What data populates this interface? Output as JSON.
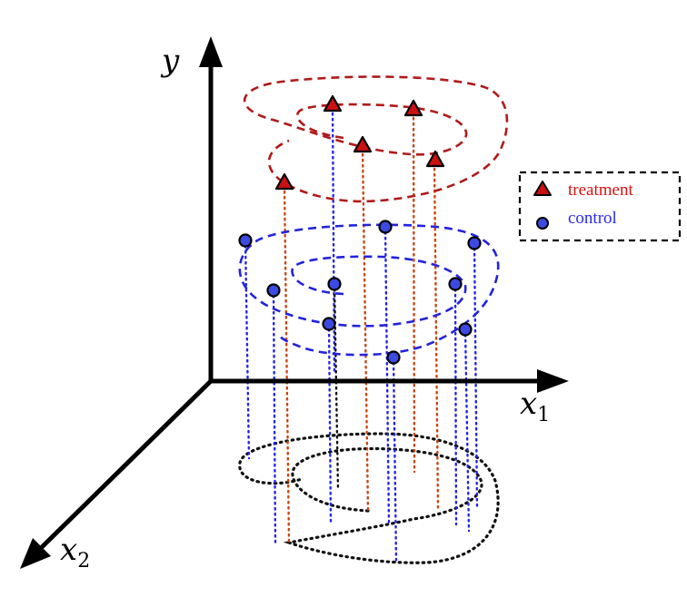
{
  "axes": {
    "y": {
      "label": "y",
      "sub": ""
    },
    "x1": {
      "label": "x",
      "sub": "1"
    },
    "x2": {
      "label": "x",
      "sub": "2"
    }
  },
  "legend": {
    "treatment": {
      "label": "treatment",
      "color": "#dd1111"
    },
    "control": {
      "label": "control",
      "color": "#2a2aee"
    }
  },
  "colors": {
    "treatment_curve": "#b01a1a",
    "control_curve": "#2323dd",
    "floor_curve": "#111111",
    "treatment_drop": "#cc4411",
    "control_drop": "#2323ee",
    "marker_fill_treatment": "#cc1111",
    "marker_fill_control": "#3b4ae0"
  }
}
